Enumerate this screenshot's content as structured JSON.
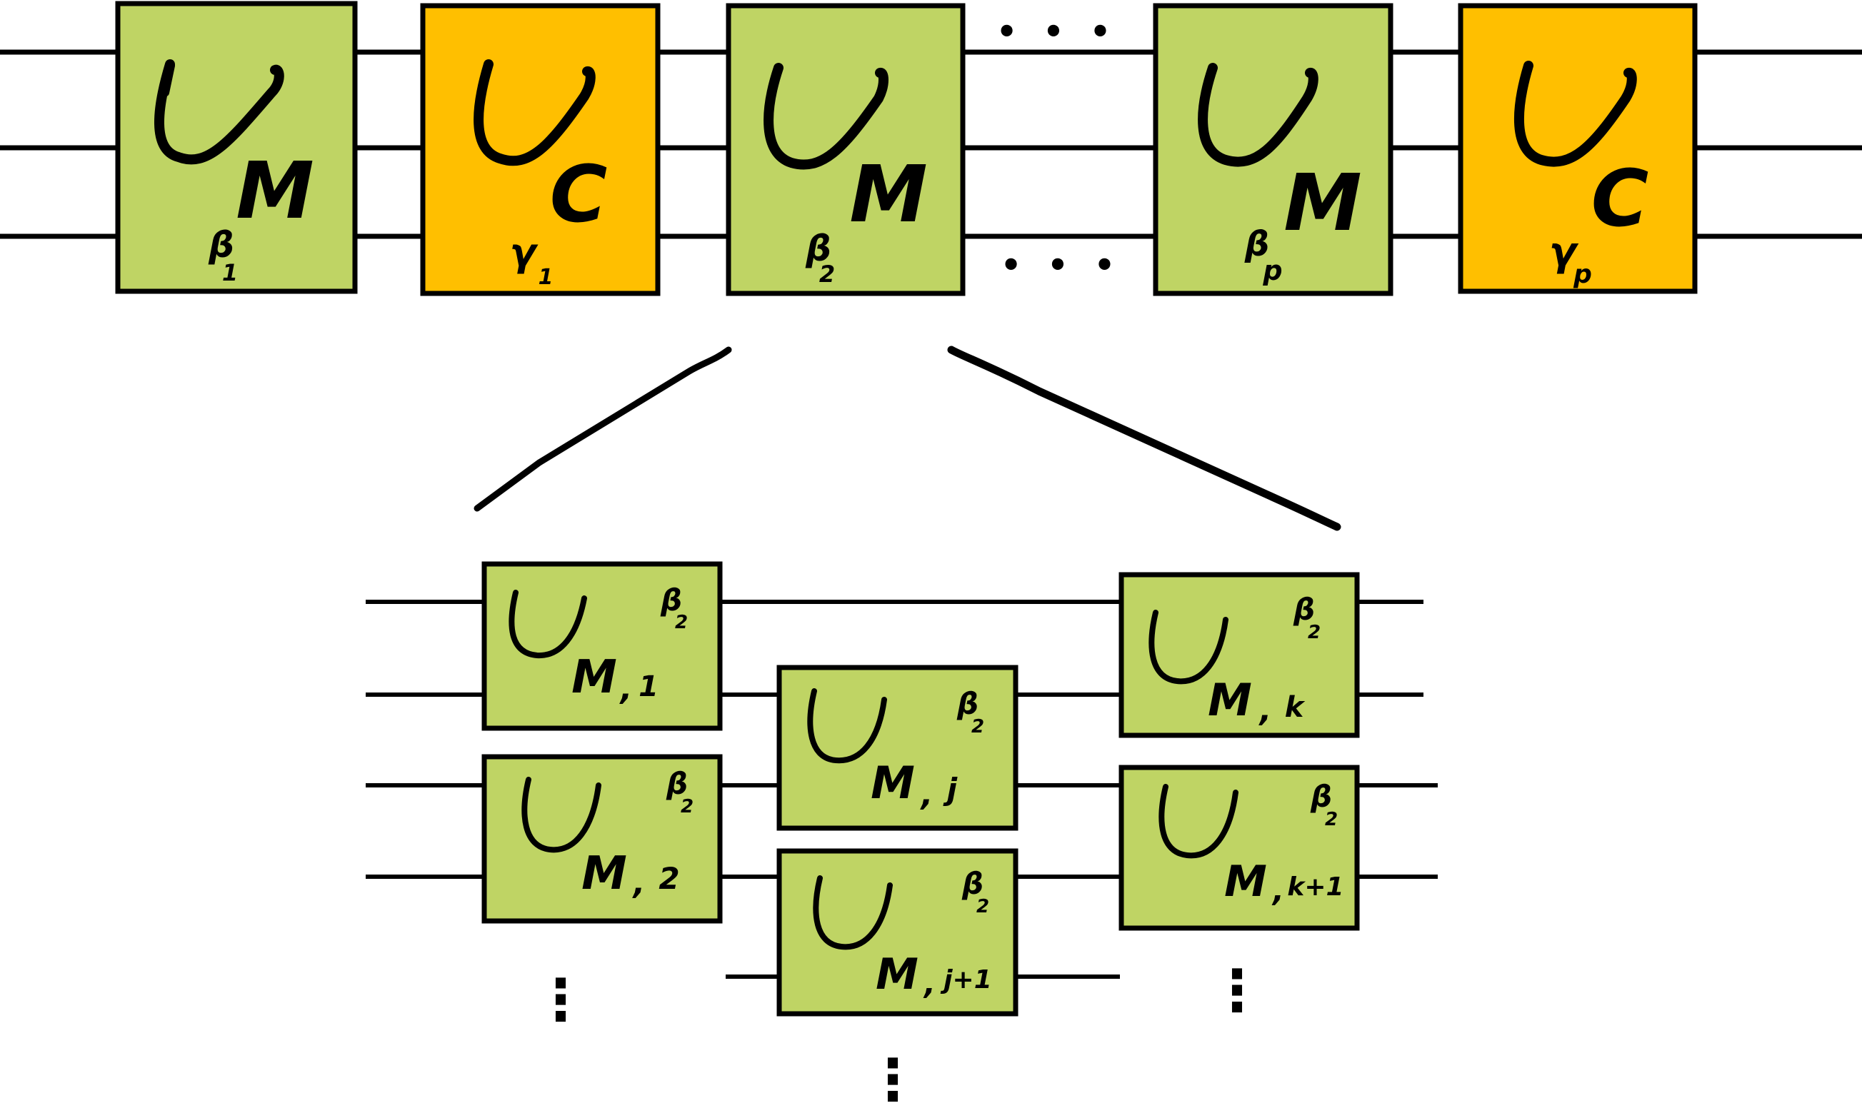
{
  "colors": {
    "mixer_fill": "#bfd464",
    "cost_fill": "#ffbf00",
    "stroke": "#000000",
    "background": "#ffffff"
  },
  "top_row": {
    "gates": [
      {
        "kind": "mixer",
        "letter": "M",
        "param": "β",
        "index": "1"
      },
      {
        "kind": "cost",
        "letter": "C",
        "param": "γ",
        "index": "1"
      },
      {
        "kind": "mixer",
        "letter": "M",
        "param": "β",
        "index": "2"
      },
      {
        "kind": "mixer",
        "letter": "M",
        "param": "β",
        "index": "p"
      },
      {
        "kind": "cost",
        "letter": "C",
        "param": "γ",
        "index": "p"
      }
    ],
    "ellipsis_top": "• • •",
    "ellipsis_bottom": "• • •"
  },
  "expanded": {
    "param": "β",
    "param_index": "2",
    "gates": [
      {
        "letter": "M",
        "index": "1"
      },
      {
        "letter": "M",
        "index": "2"
      },
      {
        "letter": "M",
        "index": "j"
      },
      {
        "letter": "M",
        "index": "j+1"
      },
      {
        "letter": "M",
        "index": "k"
      },
      {
        "letter": "M",
        "index": "k+1"
      }
    ],
    "vdots": [
      "⋮",
      "⋮",
      "⋮"
    ]
  },
  "glyph": {
    "unitary": "U"
  }
}
